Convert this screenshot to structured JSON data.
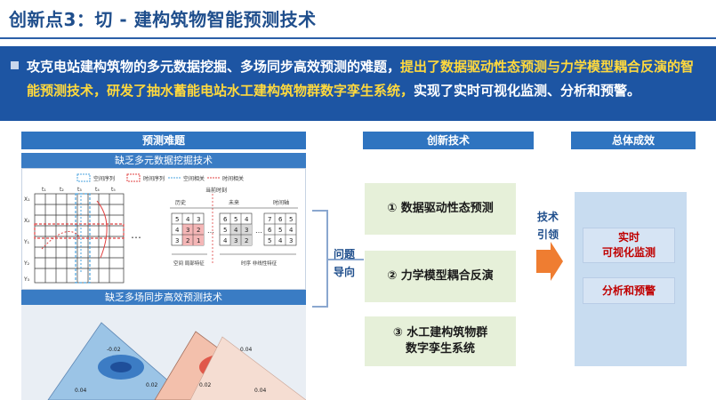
{
  "title": "创新点3：切 - 建构筑物智能预测技术",
  "banner": {
    "part1": "攻克电站建构筑物的多元数据挖掘、多场同步高效预测的难题，",
    "part2": "提出了数据驱动性态预测与力学模型耦合反演的智能预测技术，研发了抽水蓄能电站水工建构筑物群数字孪生系统，",
    "part3": "实现了实时可视化监测、分析和预警。"
  },
  "left": {
    "header": "预测难题",
    "sub1": "缺乏多元数据挖掘技术",
    "sub2": "缺乏多场同步高效预测技术",
    "legend": [
      "空间序列",
      "时间序列",
      "空间相关",
      "时间相关"
    ],
    "labels": {
      "current_time": "当前时刻",
      "history": "历史",
      "future": "未来",
      "time_axis": "时间轴",
      "space_feature": "空间 局部特征",
      "time_feature": "时序 非线性特征"
    },
    "row_labels": [
      "X₁",
      "X₂",
      "Y₁",
      "Y₂",
      "Y₃"
    ],
    "col_labels": [
      "t₁",
      "t₂",
      "t₃",
      "t₄",
      "t₅"
    ],
    "grid1": [
      [
        "5",
        "4",
        "3"
      ],
      [
        "4",
        "3",
        "2"
      ],
      [
        "3",
        "2",
        "1"
      ]
    ],
    "grid2": [
      [
        "6",
        "5",
        "4"
      ],
      [
        "5",
        "4",
        "3"
      ],
      [
        "4",
        "3",
        "2"
      ]
    ],
    "grid3": [
      [
        "7",
        "6",
        "5"
      ],
      [
        "6",
        "5",
        "4"
      ],
      [
        "5",
        "4",
        "3"
      ]
    ],
    "ellipsis": "…",
    "contour_labels": [
      "0.04",
      "0.02",
      "-0.02",
      "0.04",
      "0.02",
      "0.04"
    ]
  },
  "connector": {
    "line1": "问题",
    "line2": "导向"
  },
  "middle": {
    "header": "创新技术",
    "items": [
      {
        "line1": "① 数据驱动性态预测"
      },
      {
        "line1": "② 力学模型耦合反演"
      },
      {
        "line1": "③ 水工建构筑物群",
        "line2": "数字孪生系统"
      }
    ]
  },
  "arrow_label": {
    "line1": "技术",
    "line2": "引领"
  },
  "right": {
    "header": "总体成效",
    "box1": {
      "line1": "实时",
      "line2": "可视化监测"
    },
    "box2": {
      "line1": "分析和预警"
    }
  },
  "colors": {
    "title": "#1f4e8c",
    "banner": "#1d55a3",
    "highlight": "#ffd93d",
    "header": "#2f74c0",
    "mid_box": "#e6f0d9",
    "arrow": "#ef7d31",
    "result_text": "#c00000"
  }
}
